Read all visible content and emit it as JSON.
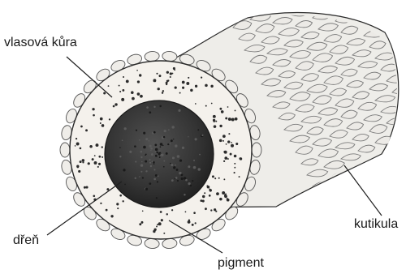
{
  "labels": {
    "cortex": "vlasová kůra",
    "medulla": "dřeň",
    "pigment": "pigment",
    "cuticle": "kutikula"
  },
  "colors": {
    "line": "#1f1f1f",
    "cortex_fill": "#f3f0eb",
    "medulla_fill": "#3a3a3a",
    "scale_fill": "#ecebe8",
    "scale_edge": "#7a7a7a"
  }
}
